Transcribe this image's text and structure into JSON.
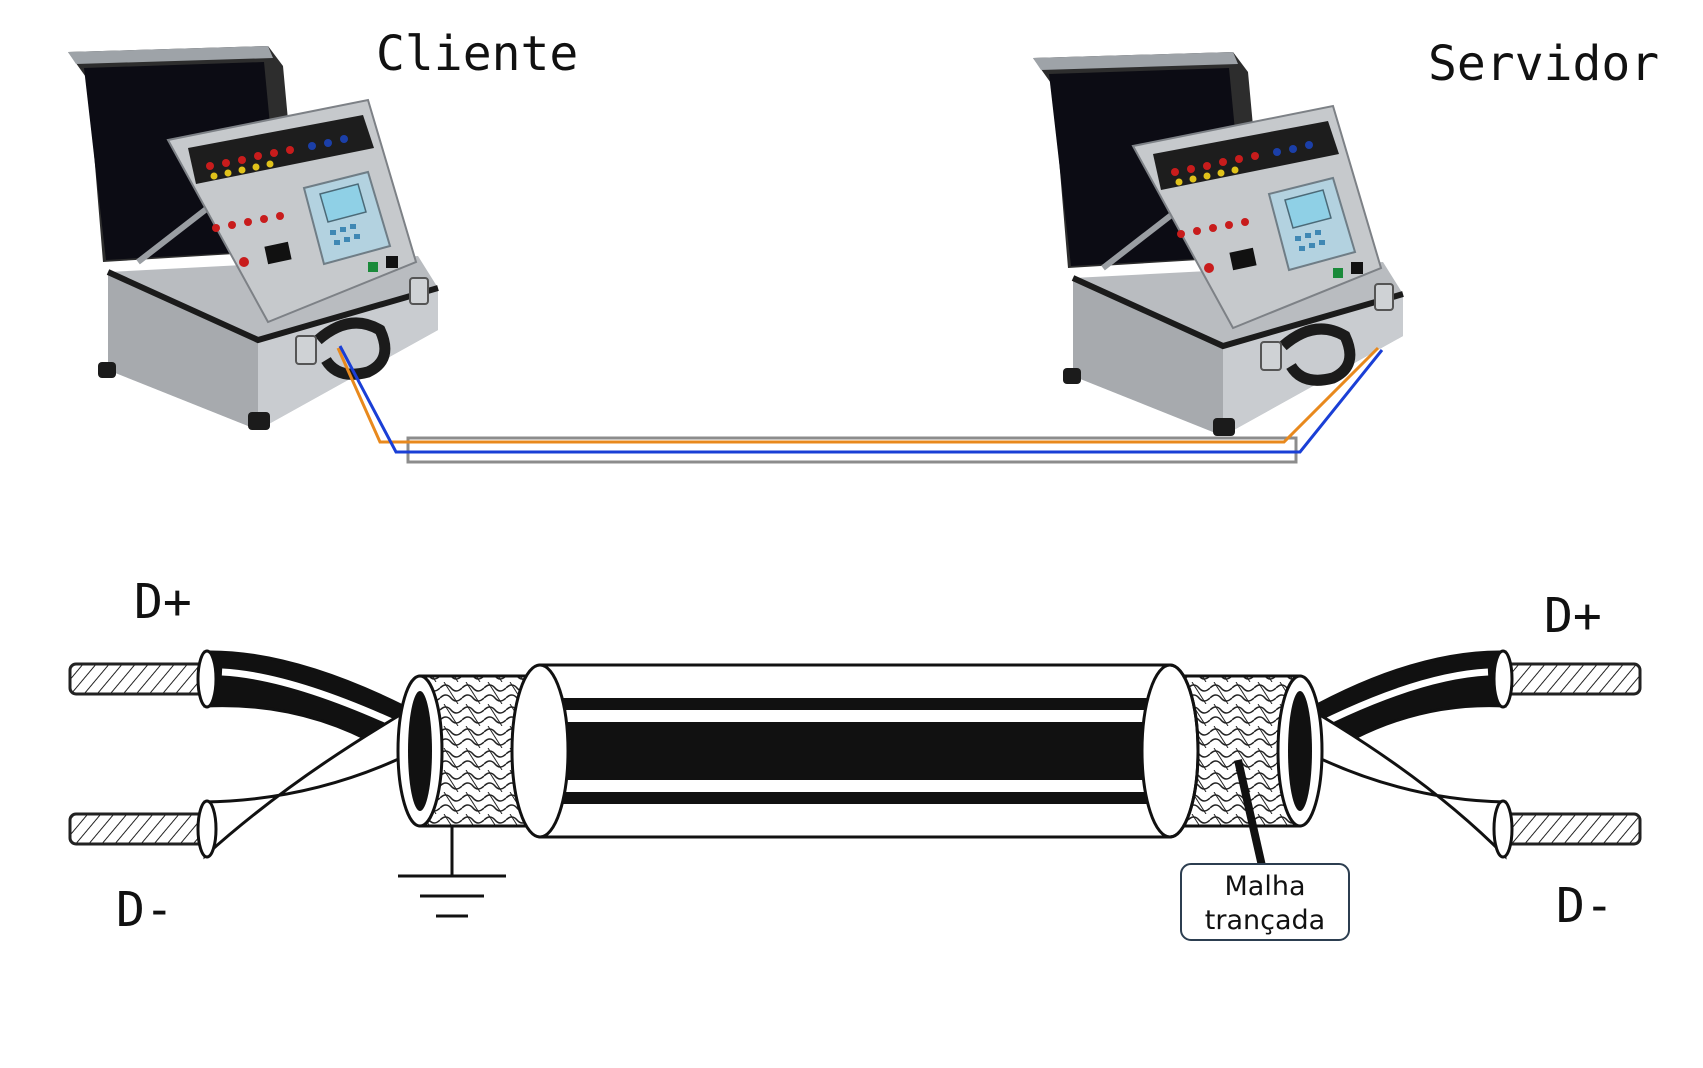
{
  "labels": {
    "client": "Cliente",
    "server": "Servidor",
    "left_dplus": "D+",
    "left_dminus": "D-",
    "right_dplus": "D+",
    "right_dminus": "D-",
    "braid_line1": "Malha",
    "braid_line2": "trançada"
  },
  "devices": [
    {
      "side": "left",
      "icon": "training-kit-case-icon"
    },
    {
      "side": "right",
      "icon": "training-kit-case-icon"
    }
  ],
  "colors": {
    "wire_orange": "#e8891d",
    "wire_blue": "#1a3fd6",
    "cable_outline": "#8c8c8c",
    "callout_border": "#2c3e50",
    "case_dark": "#1b1b1b",
    "case_metal": "#b9bcc0",
    "panel": "#c6c9cc",
    "lcd": "#8fd0e6"
  }
}
